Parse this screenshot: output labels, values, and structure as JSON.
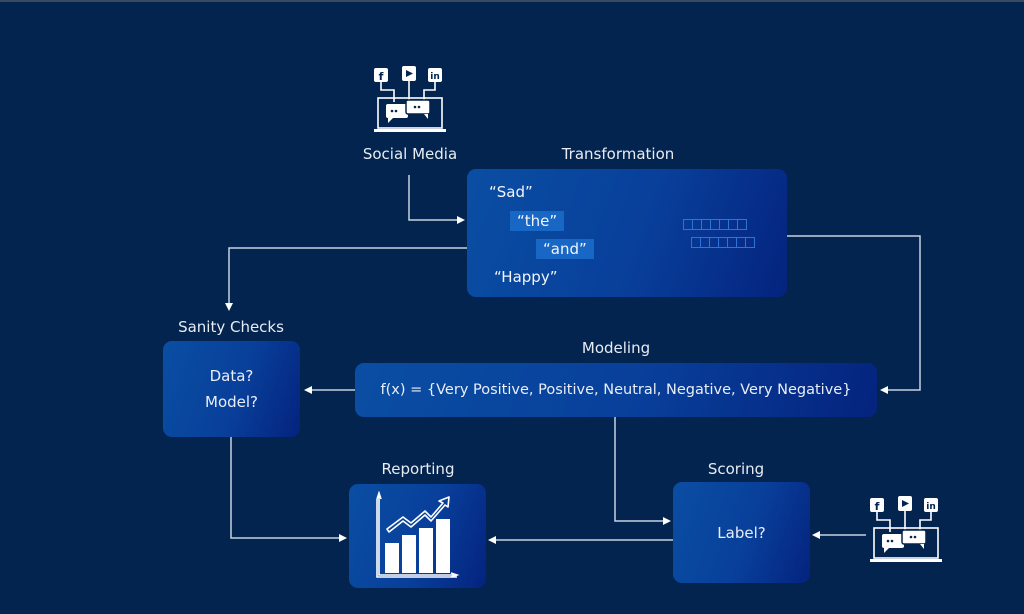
{
  "diagram": {
    "background_color": "#03244e",
    "box_color": "#0a4ea3",
    "connector_color": "#c8d2e2",
    "nodes": {
      "social_media_top": {
        "label": "Social Media",
        "icon": "social-media-laptop-icon"
      },
      "transformation": {
        "title": "Transformation",
        "words": [
          "“Sad”",
          "“the”",
          "“and”",
          "“Happy”"
        ],
        "highlighted_words": [
          "“the”",
          "“and”"
        ],
        "vector_rows": 2,
        "vector_cells_per_row": 7
      },
      "sanity_checks": {
        "title": "Sanity Checks",
        "lines": [
          "Data?",
          "Model?"
        ]
      },
      "modeling": {
        "title": "Modeling",
        "text": "f(x) = {Very Positive, Positive, Neutral, Negative, Very Negative}"
      },
      "reporting": {
        "title": "Reporting",
        "icon": "growth-bar-chart-icon"
      },
      "scoring": {
        "title": "Scoring",
        "text": "Label?"
      },
      "social_media_bottom": {
        "icon": "social-media-laptop-icon"
      }
    },
    "edges": [
      {
        "from": "Social Media",
        "to": "Transformation"
      },
      {
        "from": "Transformation",
        "to": "Sanity Checks"
      },
      {
        "from": "Transformation",
        "to": "Modeling"
      },
      {
        "from": "Modeling",
        "to": "Sanity Checks"
      },
      {
        "from": "Modeling",
        "to": "Scoring"
      },
      {
        "from": "Sanity Checks",
        "to": "Reporting"
      },
      {
        "from": "Scoring",
        "to": "Reporting"
      },
      {
        "from": "Social Media (new data)",
        "to": "Scoring"
      }
    ]
  }
}
